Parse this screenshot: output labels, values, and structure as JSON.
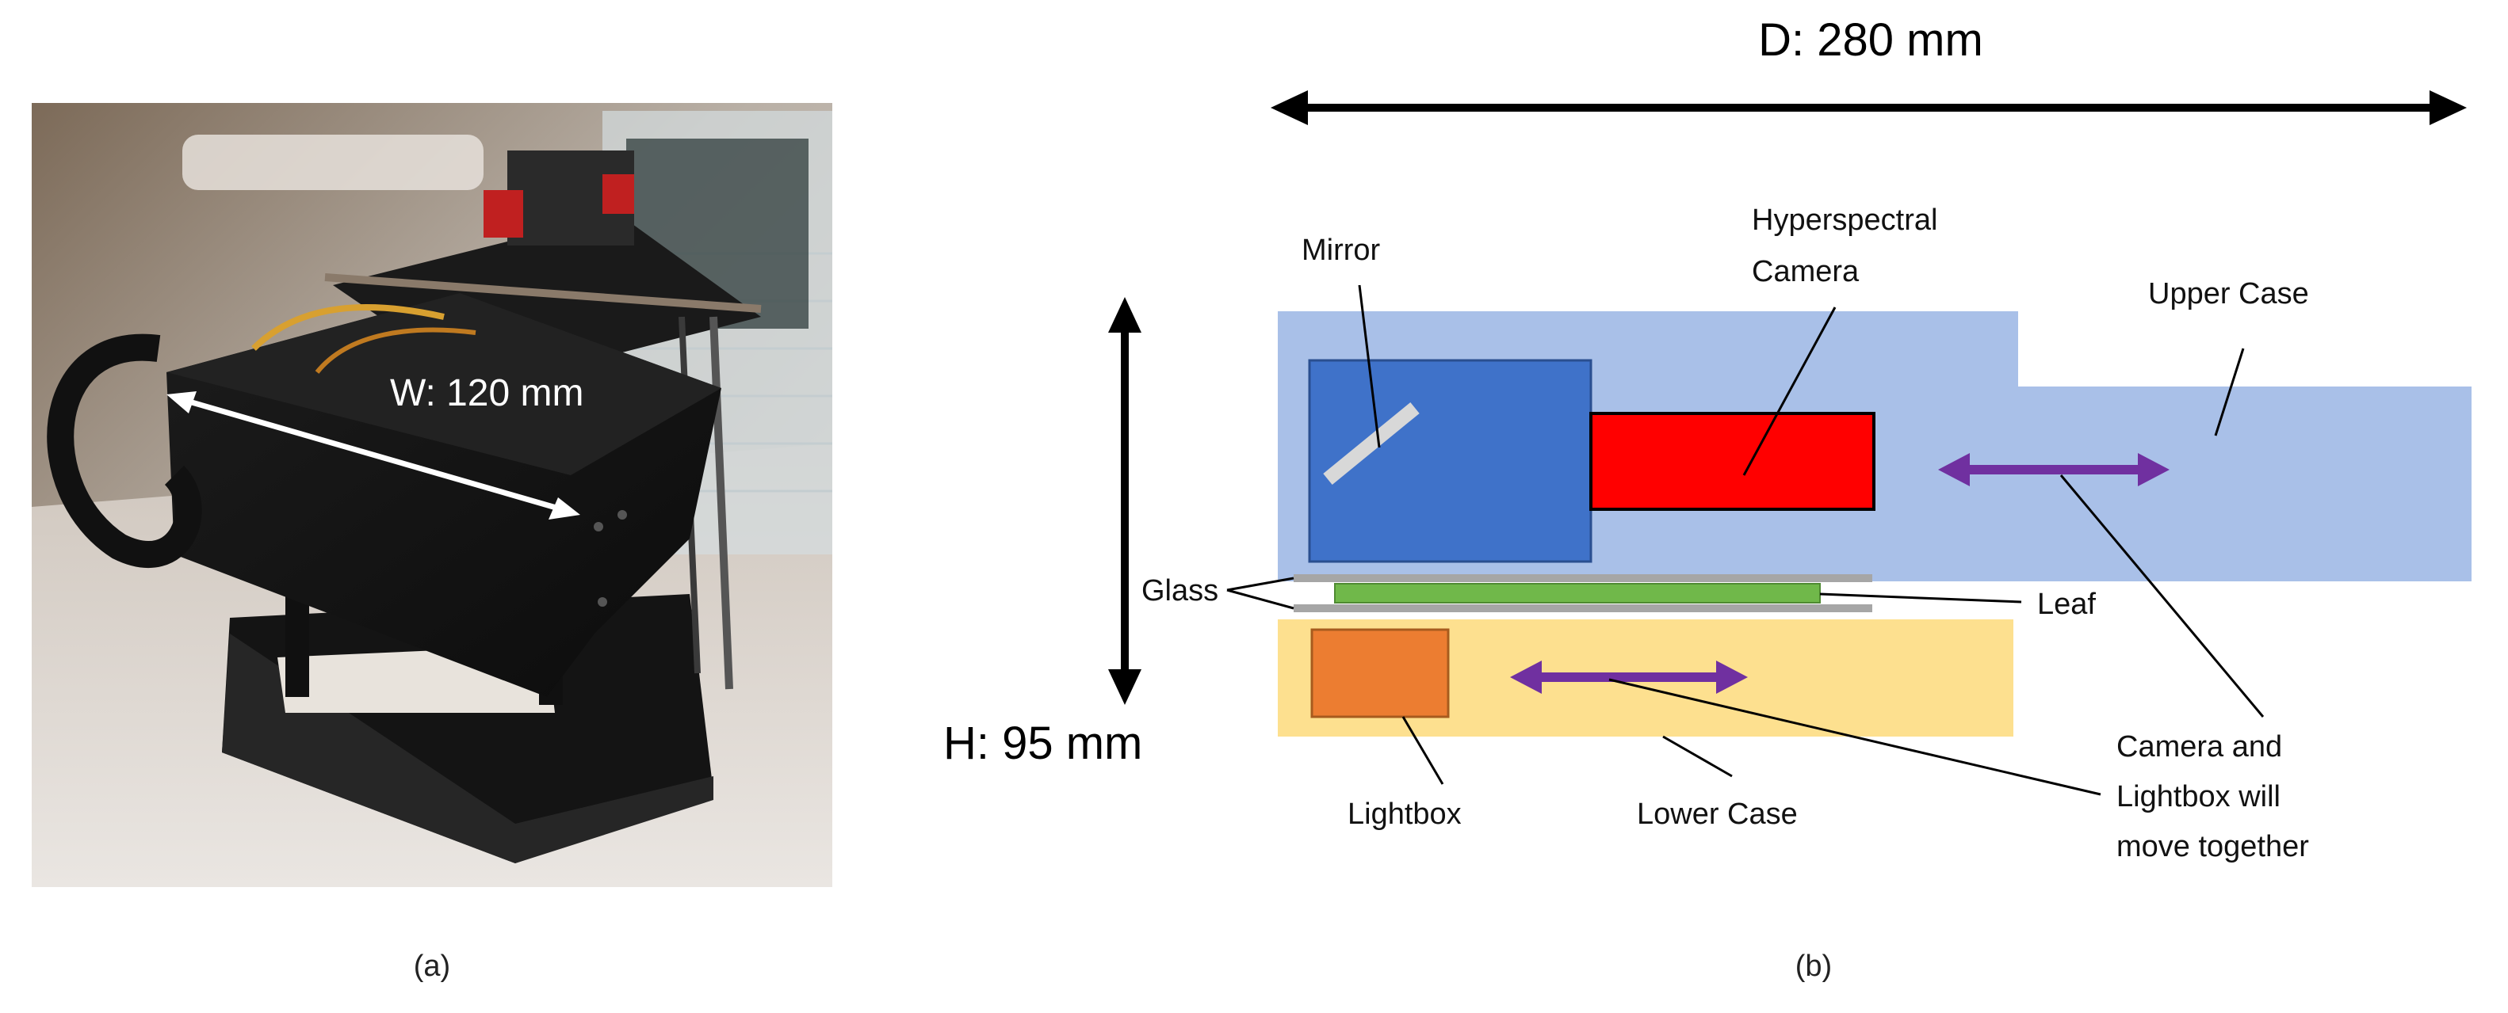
{
  "panel_a": {
    "caption": "(a)",
    "width_label": "W: 120 mm"
  },
  "panel_b": {
    "caption": "(b)",
    "depth_label": "D: 280 mm",
    "height_label": "H: 95 mm",
    "labels": {
      "mirror": "Mirror",
      "camera_line1": "Hyperspectral",
      "camera_line2": "Camera",
      "upper_case": "Upper Case",
      "glass": "Glass",
      "leaf": "Leaf",
      "lightbox": "Lightbox",
      "lower_case": "Lower Case",
      "move_line1": "Camera and",
      "move_line2": "Lightbox will",
      "move_line3": "move together"
    }
  },
  "colors": {
    "upper_case": "#a9c0e8",
    "mirror_box": "#3f72c9",
    "camera": "#ff0000",
    "leaf": "#70b84a",
    "lower_case": "#fde08f",
    "lightbox": "#ec7d31",
    "move_arrow": "#7030a0",
    "glass": "#a6a6a6"
  }
}
